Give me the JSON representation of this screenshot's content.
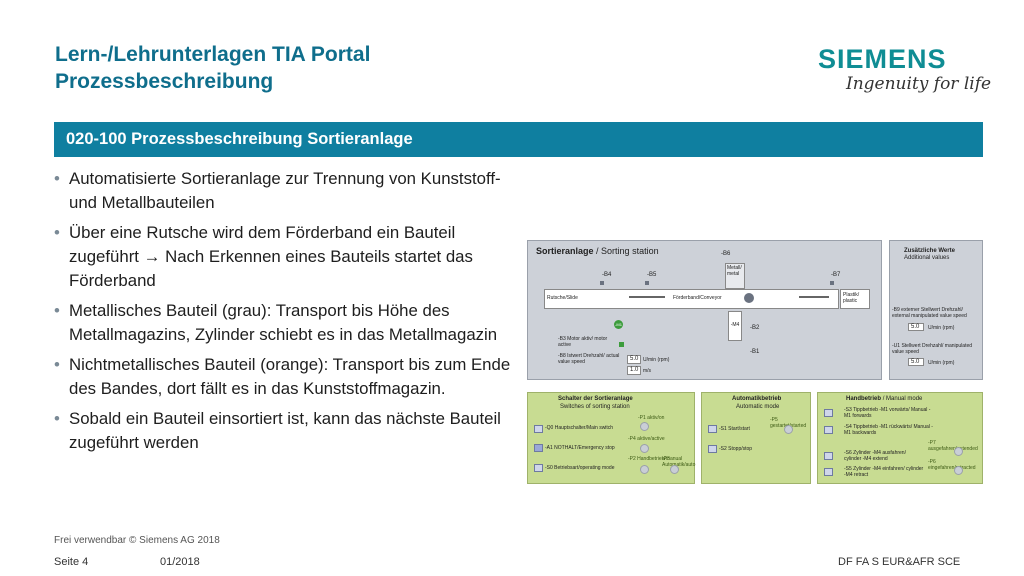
{
  "header": {
    "title_line1": "Lern-/Lehrunterlagen TIA Portal",
    "title_line2": "Prozessbeschreibung",
    "brand": "SIEMENS",
    "tagline": "Ingenuity for life"
  },
  "banner": "020-100 Prozessbeschreibung Sortieranlage",
  "bullets": [
    "Automatisierte Sortieranlage zur Trennung von Kunststoff- und Metallbauteilen",
    "Über eine Rutsche wird dem Förderband ein Bauteil zugeführt → Nach Erkennen eines Bauteils startet das Förderband",
    "Metallisches Bauteil (grau): Transport bis Höhe des Metallmagazins, Zylinder schiebt es in das Metallmagazin",
    "Nichtmetallisches Bauteil (orange): Transport bis zum Ende des Bandes, dort fällt es in das Kunststoffmagazin.",
    "Sobald ein Bauteil einsortiert ist, kann das nächste Bauteil zugeführt werden"
  ],
  "hmi": {
    "station_title": "Sortieranlage",
    "station_subtitle": "/ Sorting station",
    "sensor_b4": "-B4",
    "sensor_b5": "-B5",
    "sensor_b6": "-B6",
    "sensor_b7": "-B7",
    "sensor_b2": "-B2",
    "sensor_b1": "-B1",
    "metal_label": "Metall/ metal",
    "plastic_label": "Plastik/ plastic",
    "slide_label": "Rutsche/Slide",
    "conveyor_label": "Förderband/Conveyor",
    "motor_tag": "-M1",
    "cylinder_tag": "-M4",
    "motor_active": "-B3 Motor aktiv/ motor active",
    "actual_speed": "-B8 Istwert Drehzahl/ actual value speed",
    "speed_value": "5.0",
    "speed_unit": "U/min (rpm)",
    "velocity_value": "1.0",
    "velocity_unit": "m/s",
    "extra_title": "Zusätzliche Werte",
    "extra_subtitle": "Additional values",
    "ext_setpoint": "-B9 externer Stellwert Drehzahl/ external manipulated value speed",
    "ext_value": "5.0",
    "ext_unit": "U/min (rpm)",
    "u1_setpoint": "-U1 Stellwert Drehzahl/ manipulated value speed",
    "u1_value": "5.0",
    "u1_unit": "U/min (rpm)",
    "switch_title": "Schalter der Sortieranlage",
    "switch_subtitle": "Switches of sorting station",
    "p1": "-P1 aktiv/on",
    "q0": "-Q0 Hauptschalter/Main switch",
    "p4": "-P4 aktive/active",
    "a1": "-A1 NOTHALT/Emergency stop",
    "p2": "-P2 Handbetrieb/manual",
    "p3": "-P3 Automatik/auto",
    "s0": "-S0 Betriebsart/operating mode",
    "auto_title": "Automatikbetrieb",
    "auto_subtitle": "Automatic mode",
    "p5": "-P5 gestartet/started",
    "s1": "-S1 Start/start",
    "s2": "-S2 Stopp/stop",
    "manual_title": "Handbetrieb",
    "manual_subtitle": "/ Manual mode",
    "s3": "-S3 Tippbetrieb -M1 vorwärts/ Manual -M1 forwards",
    "s4": "-S4 Tippbetrieb -M1 rückwärts/ Manual -M1 backwards",
    "p7": "-P7 ausgefahren/extended",
    "s6": "-S6 Zylinder -M4 ausfahren/ cylinder -M4 extend",
    "s5": "-S5 Zylinder -M4 einfahren/ cylinder -M4 retract",
    "p6": "-P6 eingefahren/retracted"
  },
  "footer": {
    "copyright": "Frei verwendbar © Siemens AG 2018",
    "page": "Seite 4",
    "date": "01/2018",
    "department": "DF FA S EUR&AFR SCE"
  },
  "colors": {
    "title": "#0f6e8c",
    "brand": "#0f8d94",
    "banner": "#0f7fa0",
    "hmi_panel": "#c8dc92",
    "hmi_station": "#cdd1d8"
  }
}
